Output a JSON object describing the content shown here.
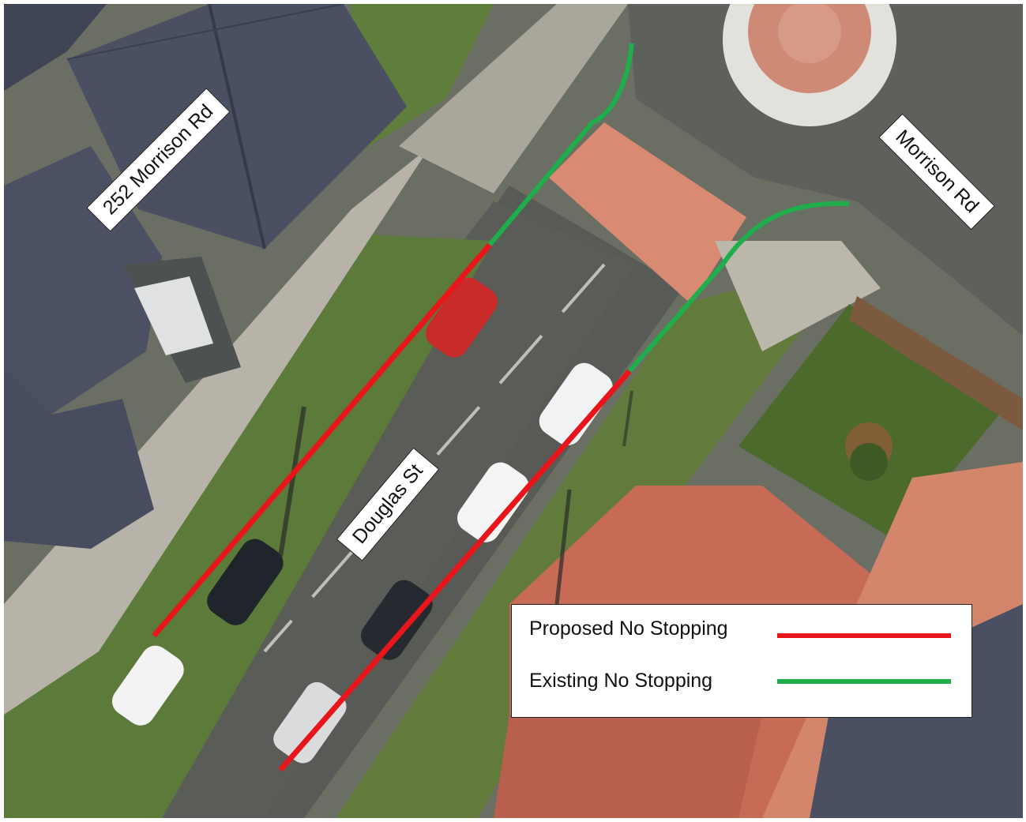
{
  "map": {
    "labels": {
      "property": "252 Morrison Rd",
      "main_road": "Morrison Rd",
      "side_street": "Douglas St"
    },
    "legend": {
      "items": [
        {
          "label": "Proposed No Stopping",
          "color": "#e8151b"
        },
        {
          "label": "Existing No Stopping",
          "color": "#1fae4b"
        }
      ]
    },
    "colors": {
      "road": "#5b5d58",
      "grass": "#5f7a3a",
      "footpath": "#b9b5aa",
      "crossing": "#d98a73",
      "roof_slate": "#4a5060",
      "roof_tile": "#c46a58",
      "roundabout": "#d38e7a"
    }
  }
}
